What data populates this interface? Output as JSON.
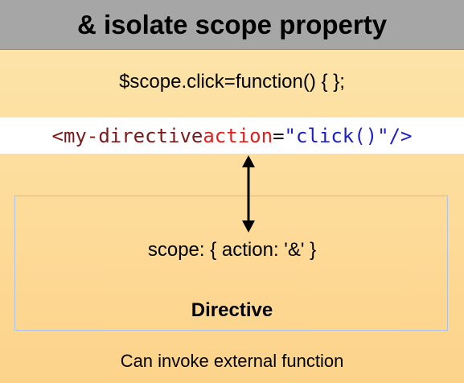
{
  "title": "& isolate scope property",
  "scope_assignment": "$scope.click=function() { };",
  "code": {
    "tag_open": "<my-directive",
    "attr_name": "action",
    "equals": "=",
    "attr_value": "\"click()\"",
    "tag_close": "/>"
  },
  "directive_box": {
    "scope_declaration": "scope: { action: '&' }",
    "label": "Directive"
  },
  "caption": "Can invoke external function"
}
